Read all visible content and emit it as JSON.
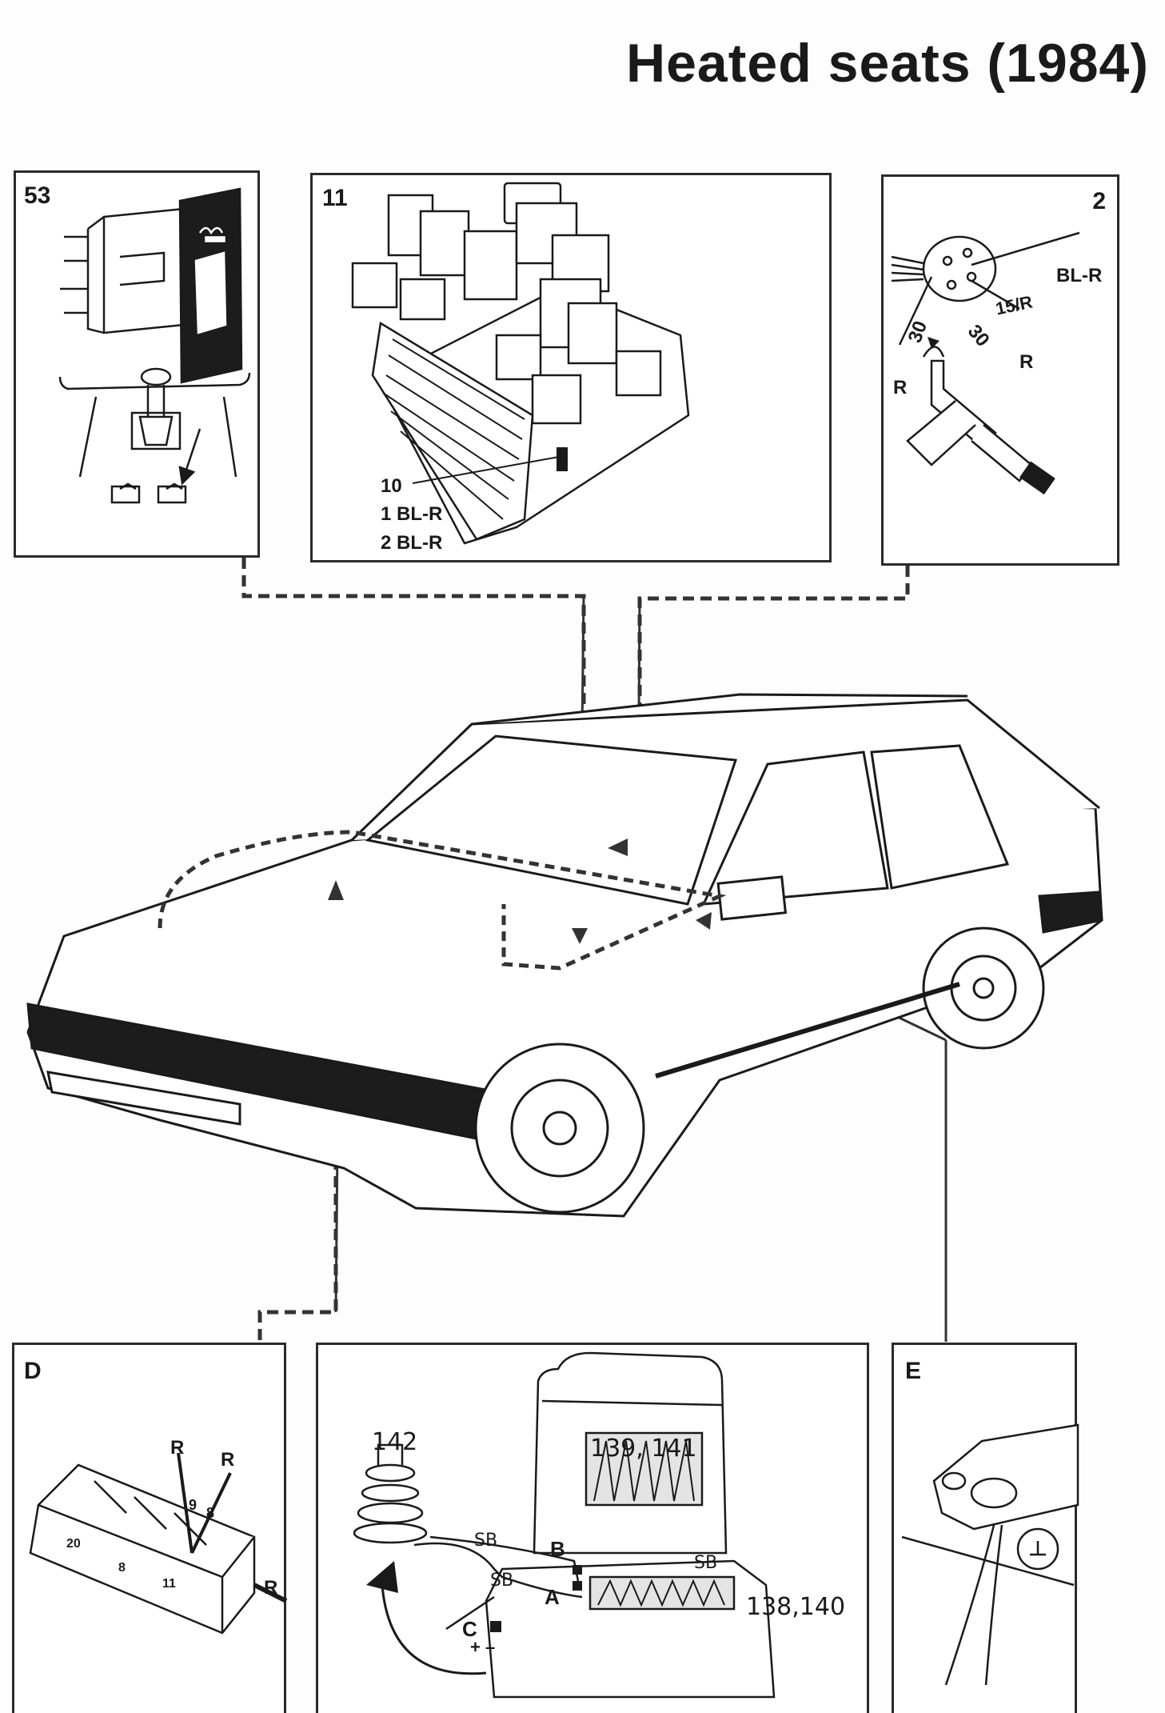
{
  "title": "Heated seats (1984)",
  "panels": {
    "switch": {
      "number": "53"
    },
    "fusebox": {
      "number": "11",
      "label_fuse": "10",
      "label_wire1": "1 BL-R",
      "label_wire2": "2 BL-R"
    },
    "ignition": {
      "number": "2",
      "label_blr": "BL-R",
      "label_15r": "15/R",
      "label_30a": "30",
      "label_30b": "30",
      "label_r1": "R",
      "label_r2": "R"
    },
    "connector": {
      "letter": "D",
      "label_r_top1": "R",
      "label_r_top2": "R",
      "label_r_side": "R",
      "pin_9": "9",
      "pin_8_top": "8",
      "pin_20": "20",
      "pin_8": "8",
      "pin_11": "11"
    },
    "seat": {
      "label_142": "142",
      "label_139_141": "139, 141",
      "label_138_140": "138,140",
      "label_sb1": "SB",
      "label_sb2": "SB",
      "label_sb3": "SB",
      "label_a": "A",
      "label_b": "B",
      "label_c": "C",
      "label_pm": "+ –"
    },
    "ground": {
      "letter": "E"
    }
  }
}
